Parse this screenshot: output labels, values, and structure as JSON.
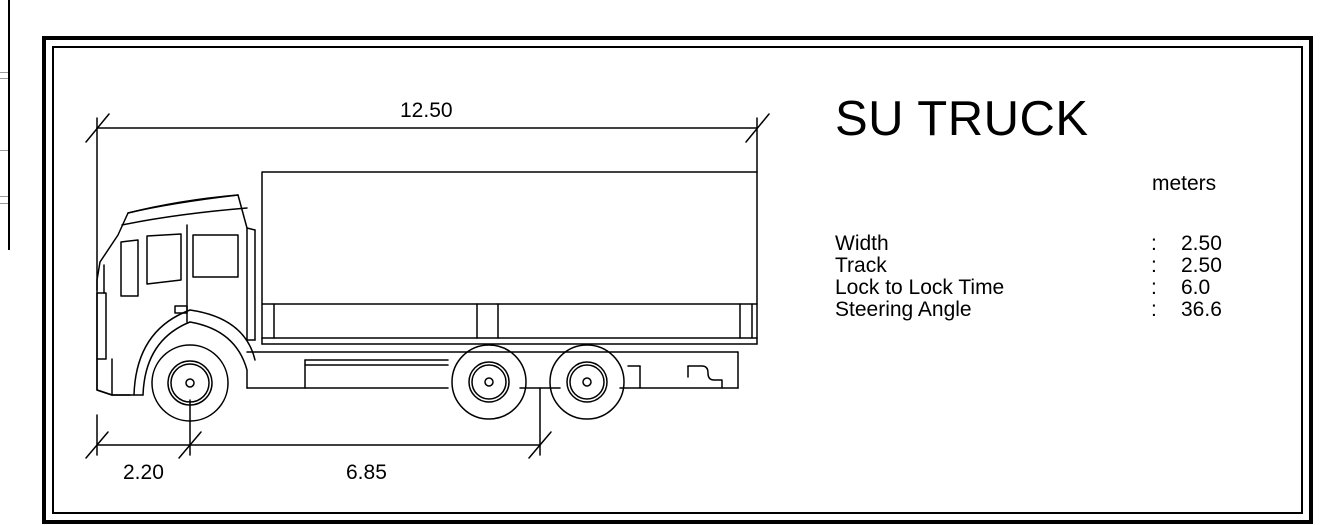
{
  "title": "SU TRUCK",
  "units": "meters",
  "dimensions": {
    "overall_length": "12.50",
    "front_overhang": "2.20",
    "wheelbase": "6.85"
  },
  "specs": [
    {
      "label": "Width",
      "separator": ":",
      "value": "2.50"
    },
    {
      "label": "Track",
      "separator": ":",
      "value": "2.50"
    },
    {
      "label": "Lock to Lock Time",
      "separator": ":",
      "value": "6.0"
    },
    {
      "label": "Steering Angle",
      "separator": ":",
      "value": "36.6"
    }
  ]
}
